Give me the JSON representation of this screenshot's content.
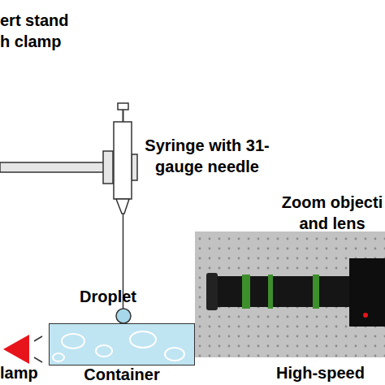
{
  "diagram": {
    "nodes": [
      {
        "text": [
          "Container"
        ]
      }
    ],
    "labels": [
      "ert stand h clamp",
      "Syringe with 31-gauge needle",
      "Droplet",
      "lamp",
      "Zoom objecti and lens",
      "High-speed"
    ]
  }
}
